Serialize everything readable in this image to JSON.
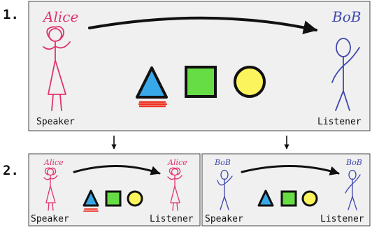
{
  "step1": {
    "number": "1.",
    "speaker_name": "Alice",
    "listener_name": "BoB",
    "speaker_role": "Speaker",
    "listener_role": "Listener"
  },
  "step2": {
    "number": "2."
  },
  "panel_left": {
    "speaker_name": "Alice",
    "listener_name": "Alice",
    "speaker_role": "Speaker",
    "listener_role": "Listener"
  },
  "panel_right": {
    "speaker_name": "BoB",
    "listener_name": "BoB",
    "speaker_role": "Speaker",
    "listener_role": "Listener"
  },
  "shapes": [
    "triangle",
    "square",
    "circle"
  ],
  "colors": {
    "alice": "#e0336f",
    "bob": "#4048b0",
    "triangle": "#38a8e8",
    "square": "#66dd44",
    "circle": "#fcf45c",
    "underline": "#ee3322",
    "panel_bg": "#f0f0f0",
    "ink": "#111111"
  }
}
